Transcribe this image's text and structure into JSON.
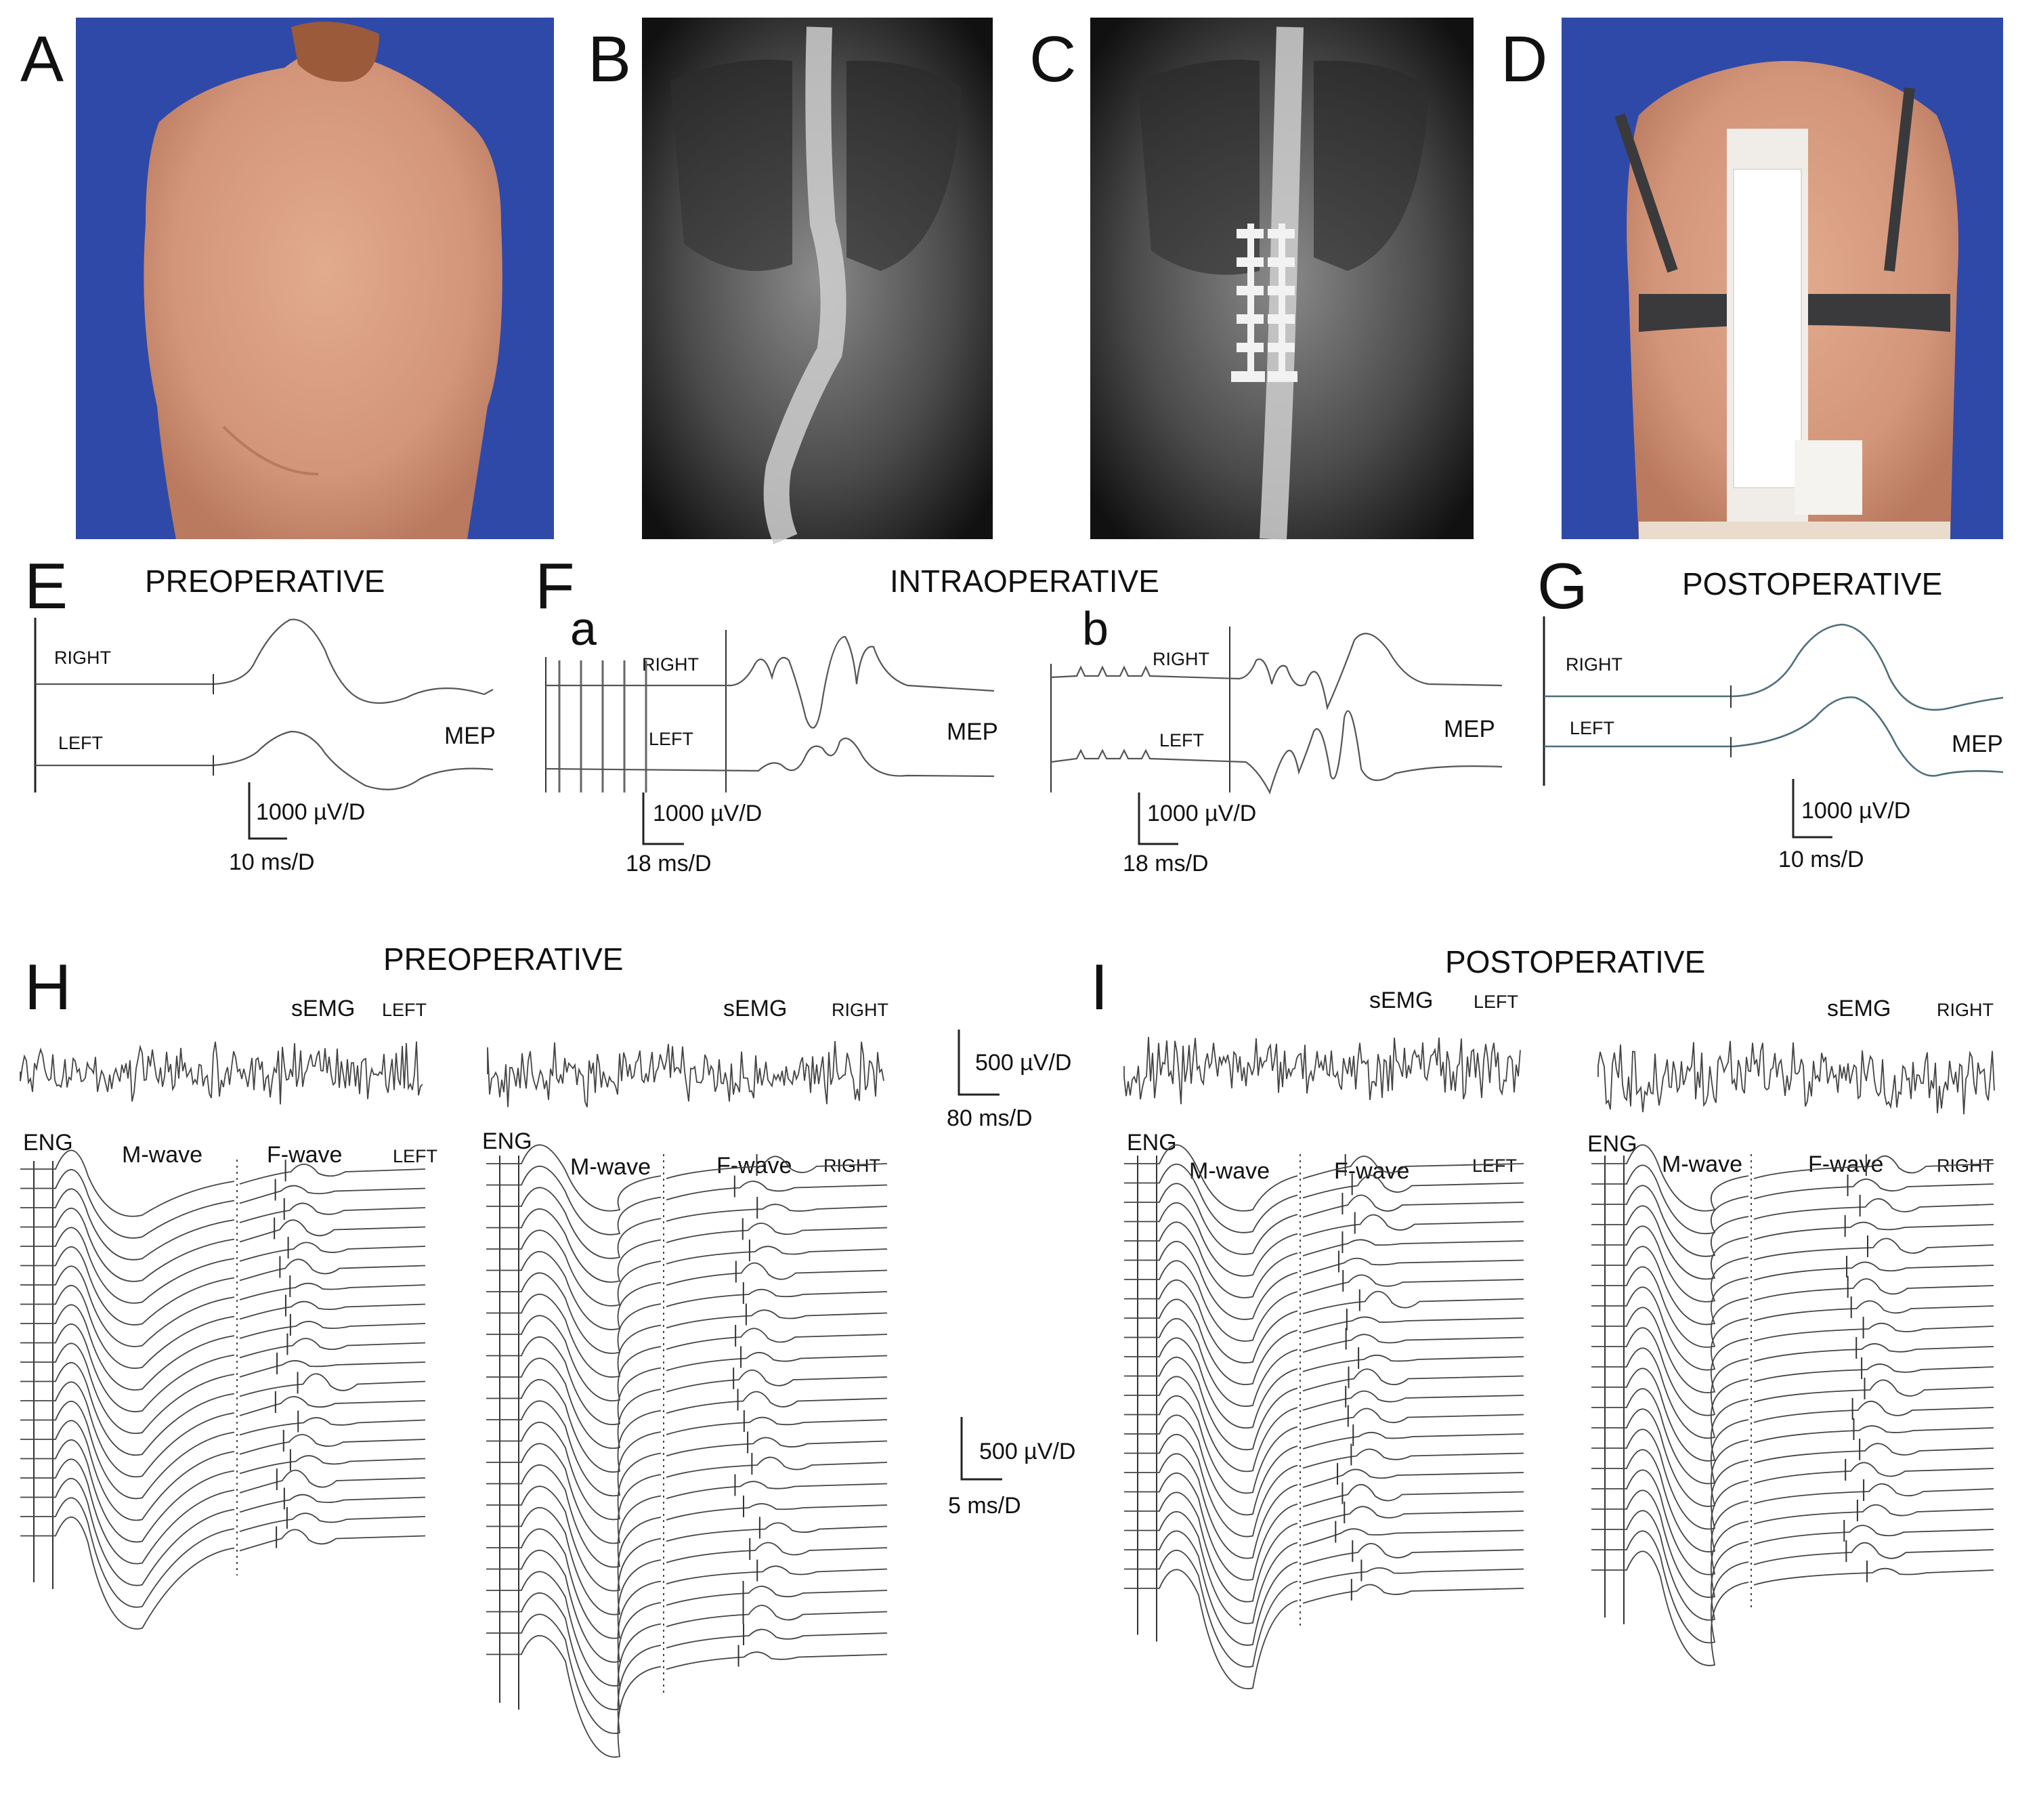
{
  "panel_labels": {
    "A": "A",
    "B": "B",
    "C": "C",
    "D": "D",
    "E": "E",
    "F": "F",
    "G": "G",
    "H": "H",
    "I": "I",
    "Fa": "a",
    "Fb": "b"
  },
  "mep": {
    "E": {
      "title": "PREOPERATIVE",
      "right": "RIGHT",
      "left": "LEFT",
      "tag": "MEP",
      "scale_v": "1000 µV/D",
      "scale_t": "10 ms/D"
    },
    "F": {
      "title": "INTRAOPERATIVE",
      "a": {
        "right": "RIGHT",
        "left": "LEFT",
        "tag": "MEP",
        "scale_v": "1000 µV/D",
        "scale_t": "18 ms/D"
      },
      "b": {
        "right": "RIGHT",
        "left": "LEFT",
        "tag": "MEP",
        "scale_v": "1000 µV/D",
        "scale_t": "18 ms/D"
      }
    },
    "G": {
      "title": "POSTOPERATIVE",
      "right": "RIGHT",
      "left": "LEFT",
      "tag": "MEP",
      "scale_v": "1000 µV/D",
      "scale_t": "10 ms/D"
    }
  },
  "emg": {
    "H": {
      "title": "PREOPERATIVE",
      "left": {
        "semg": "sEMG",
        "side": "LEFT",
        "eng": "ENG",
        "mwave": "M-wave",
        "fwave": "F-wave"
      },
      "right": {
        "semg": "sEMG",
        "side": "RIGHT",
        "eng": "ENG",
        "mwave": "M-wave",
        "fwave": "F-wave"
      }
    },
    "I": {
      "title": "POSTOPERATIVE",
      "left": {
        "semg": "sEMG",
        "side": "LEFT",
        "eng": "ENG",
        "mwave": "M-wave",
        "fwave": "F-wave"
      },
      "right": {
        "semg": "sEMG",
        "side": "RIGHT",
        "eng": "ENG",
        "mwave": "M-wave",
        "fwave": "F-wave"
      }
    },
    "scale_semg": {
      "v": "500 µV/D",
      "t": "80 ms/D"
    },
    "scale_eng": {
      "v": "500 µV/D",
      "t": "5 ms/D"
    }
  },
  "colors": {
    "photo_bg": "#2f49a8",
    "skin": "#d89a7a",
    "xray_dark": "#1a1a1a",
    "trace": "#555555",
    "post_trace": "#4d6f78"
  }
}
